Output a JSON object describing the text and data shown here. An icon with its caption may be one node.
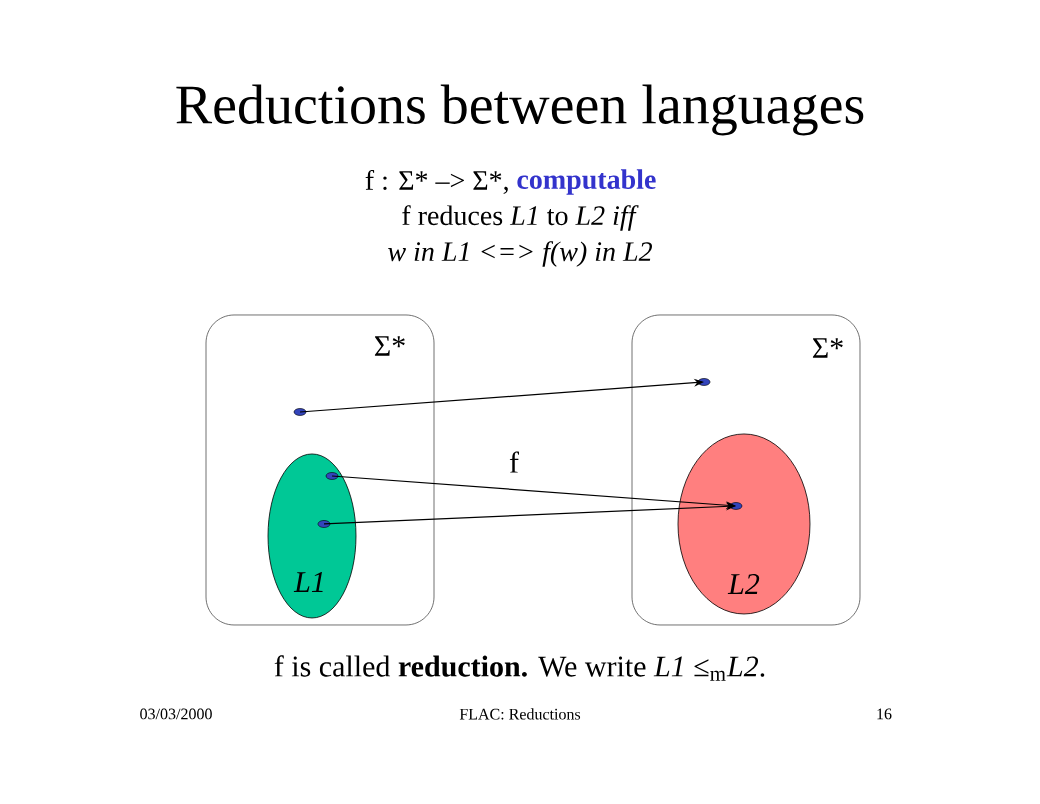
{
  "diagram": {
    "title": "Reductions between languages",
    "nodes": [
      {
        "text": [
          "Σ*"
        ]
      },
      {
        "text": [
          "L1"
        ],
        "in": 0
      },
      {
        "text": [],
        "shape": "circle",
        "in": 0
      },
      {
        "text": [],
        "shape": "circle",
        "in": 1
      },
      {
        "text": [],
        "shape": "circle",
        "in": 1
      },
      {
        "text": [
          "Σ*"
        ]
      },
      {
        "text": [
          "L2"
        ],
        "in": 5
      },
      {
        "text": [],
        "shape": "circle",
        "in": 5
      },
      {
        "text": [],
        "shape": "circle",
        "in": 6
      }
    ],
    "edges": [
      {
        "from": 2,
        "to": 7,
        "arrow": "to"
      },
      {
        "from": 3,
        "to": 8,
        "arrow": "to",
        "label": "f"
      },
      {
        "from": 4,
        "to": 8,
        "arrow": "to"
      }
    ],
    "labels": [
      "f : Σ* –> Σ*,",
      "computable",
      "f reduces *L1* to *L2* *iff*",
      "w in L1 <=> f(w) in L2",
      "f is called **reduction.** We write *L1* ≤$_{m}$*L2*.",
      "03/03/2000",
      "FLAC: Reductions",
      "16"
    ]
  }
}
